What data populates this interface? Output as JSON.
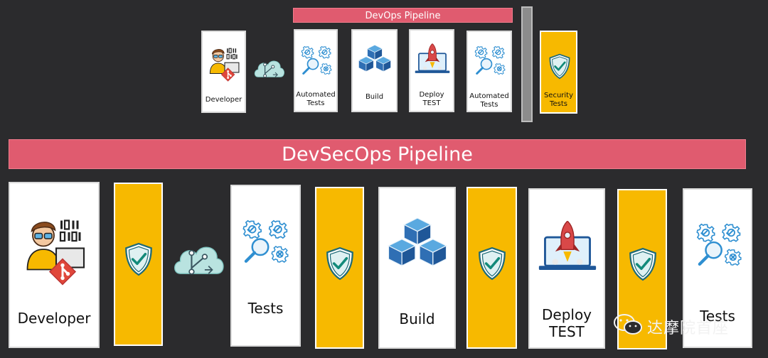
{
  "devops": {
    "title": "DevOps Pipeline",
    "stages": [
      {
        "label": "Developer",
        "icon": "developer-icon"
      },
      {
        "label": "",
        "icon": "git-branch-cloud-icon"
      },
      {
        "label": "Automated\nTests",
        "icon": "gears-search-icon"
      },
      {
        "label": "Build",
        "icon": "blocks-icon"
      },
      {
        "label": "Deploy\nTEST",
        "icon": "rocket-laptop-icon"
      },
      {
        "label": "Automated\nTests",
        "icon": "gears-search-icon"
      },
      {
        "label": "Security\nTests",
        "icon": "shield-check-icon"
      }
    ]
  },
  "devsecops": {
    "title": "DevSecOps Pipeline",
    "stages": [
      {
        "label": "Developer",
        "icon": "developer-icon"
      },
      {
        "label": "",
        "icon": "shield-check-icon"
      },
      {
        "label": "",
        "icon": "git-branch-cloud-icon"
      },
      {
        "label": "Tests",
        "icon": "gears-search-icon"
      },
      {
        "label": "",
        "icon": "shield-check-icon"
      },
      {
        "label": "Build",
        "icon": "blocks-icon"
      },
      {
        "label": "",
        "icon": "shield-check-icon"
      },
      {
        "label": "Deploy\nTEST",
        "icon": "rocket-laptop-icon"
      },
      {
        "label": "",
        "icon": "shield-check-icon"
      },
      {
        "label": "Tests",
        "icon": "gears-search-icon"
      }
    ]
  },
  "watermark": {
    "text": "达摩院首座",
    "icon": "wechat-icon"
  },
  "colors": {
    "background": "#2b2b2d",
    "banner": "#e05b6f",
    "security": "#f7b900",
    "icon_blue": "#2f8fd1"
  }
}
